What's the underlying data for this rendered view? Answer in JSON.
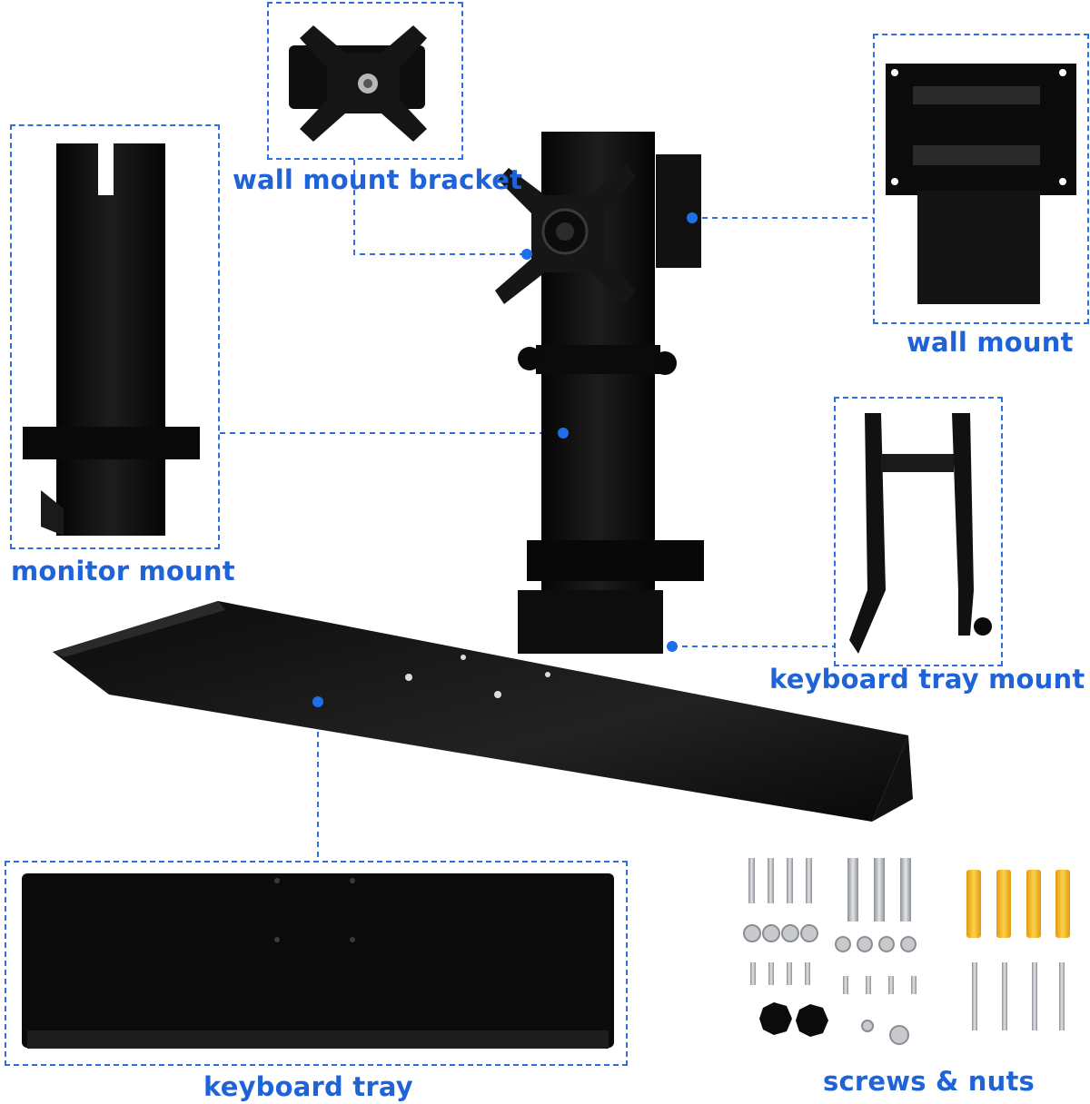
{
  "labels": {
    "wall_mount_bracket": "wall mount bracket",
    "wall_mount": "wall mount",
    "monitor_mount": "monitor mount",
    "keyboard_tray_mount": "keyboard tray mount",
    "keyboard_tray": "keyboard tray",
    "screws_nuts": "screws & nuts"
  },
  "colors": {
    "label_blue": "#1f63d8",
    "dashed_line": "#2f6fe0",
    "dot": "#1f6fe8",
    "metal_black": "#111111",
    "anchor_yellow": "#f2b320",
    "screw_silver": "#b9bcc0"
  }
}
